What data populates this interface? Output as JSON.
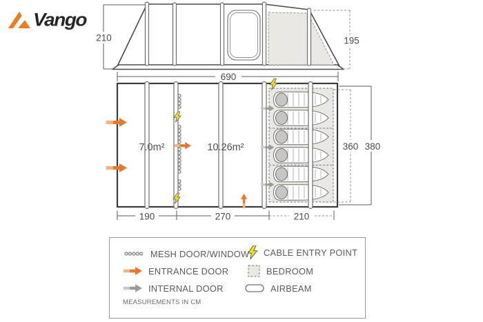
{
  "logo": {
    "brand": "Vango"
  },
  "elevation": {
    "dim_height_main": "210",
    "dim_height_rear": "195"
  },
  "floorplan": {
    "dim_width_total": "690",
    "dim_section_left": "190",
    "dim_section_mid": "270",
    "dim_section_right": "210",
    "dim_depth_inner": "360",
    "dim_depth_outer": "380",
    "area_living": "7.0m²",
    "area_mid": "10.26m²"
  },
  "legend": {
    "mesh": "MESH DOOR/WINDOW",
    "entrance": "ENTRANCE DOOR",
    "internal": "INTERNAL DOOR",
    "cable": "CABLE ENTRY POINT",
    "bedroom": "BEDROOM",
    "airbeam": "AIRBEAM",
    "note": "MEASUREMENTS IN CM"
  },
  "colors": {
    "accent_orange": "#e8792a",
    "accent_orange_light": "#f4b27f",
    "grey_arrow": "#9b9b9b",
    "grey_arrow_light": "#c9c9c9",
    "bolt_yellow": "#f0df1f",
    "bedroom_fill": "#eae8e4",
    "logo_orange": "#ef7b1e"
  }
}
